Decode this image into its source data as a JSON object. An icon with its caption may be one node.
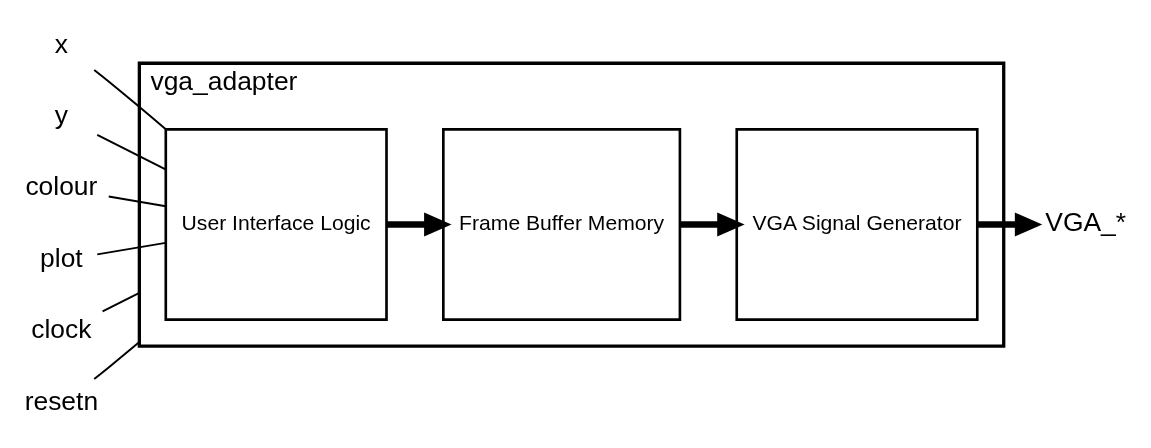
{
  "diagram": {
    "nodes": [
      {
        "text": [
          "vga_adapter"
        ]
      },
      {
        "text": [
          "User Interface Logic"
        ],
        "in": 0
      },
      {
        "text": [
          "Frame Buffer Memory"
        ],
        "in": 0
      },
      {
        "text": [
          "VGA Signal Generator"
        ],
        "in": 0
      },
      {
        "text": [
          "x"
        ]
      },
      {
        "text": [
          "y"
        ]
      },
      {
        "text": [
          "colour"
        ]
      },
      {
        "text": [
          "plot"
        ]
      },
      {
        "text": [
          "clock"
        ]
      },
      {
        "text": [
          "resetn"
        ]
      },
      {
        "text": [
          "VGA_*"
        ]
      }
    ],
    "edges": [
      {
        "from": 4,
        "to": 1,
        "arrow": "none"
      },
      {
        "from": 5,
        "to": 1,
        "arrow": "none"
      },
      {
        "from": 6,
        "to": 1,
        "arrow": "none"
      },
      {
        "from": 7,
        "to": 1,
        "arrow": "none"
      },
      {
        "from": 8,
        "to": 0,
        "arrow": "none"
      },
      {
        "from": 9,
        "to": 0,
        "arrow": "none"
      },
      {
        "from": 1,
        "to": 2,
        "arrow": "to",
        "style": "thick"
      },
      {
        "from": 2,
        "to": 3,
        "arrow": "to",
        "style": "thick"
      },
      {
        "from": 3,
        "to": 10,
        "arrow": "to",
        "style": "thick"
      }
    ]
  }
}
